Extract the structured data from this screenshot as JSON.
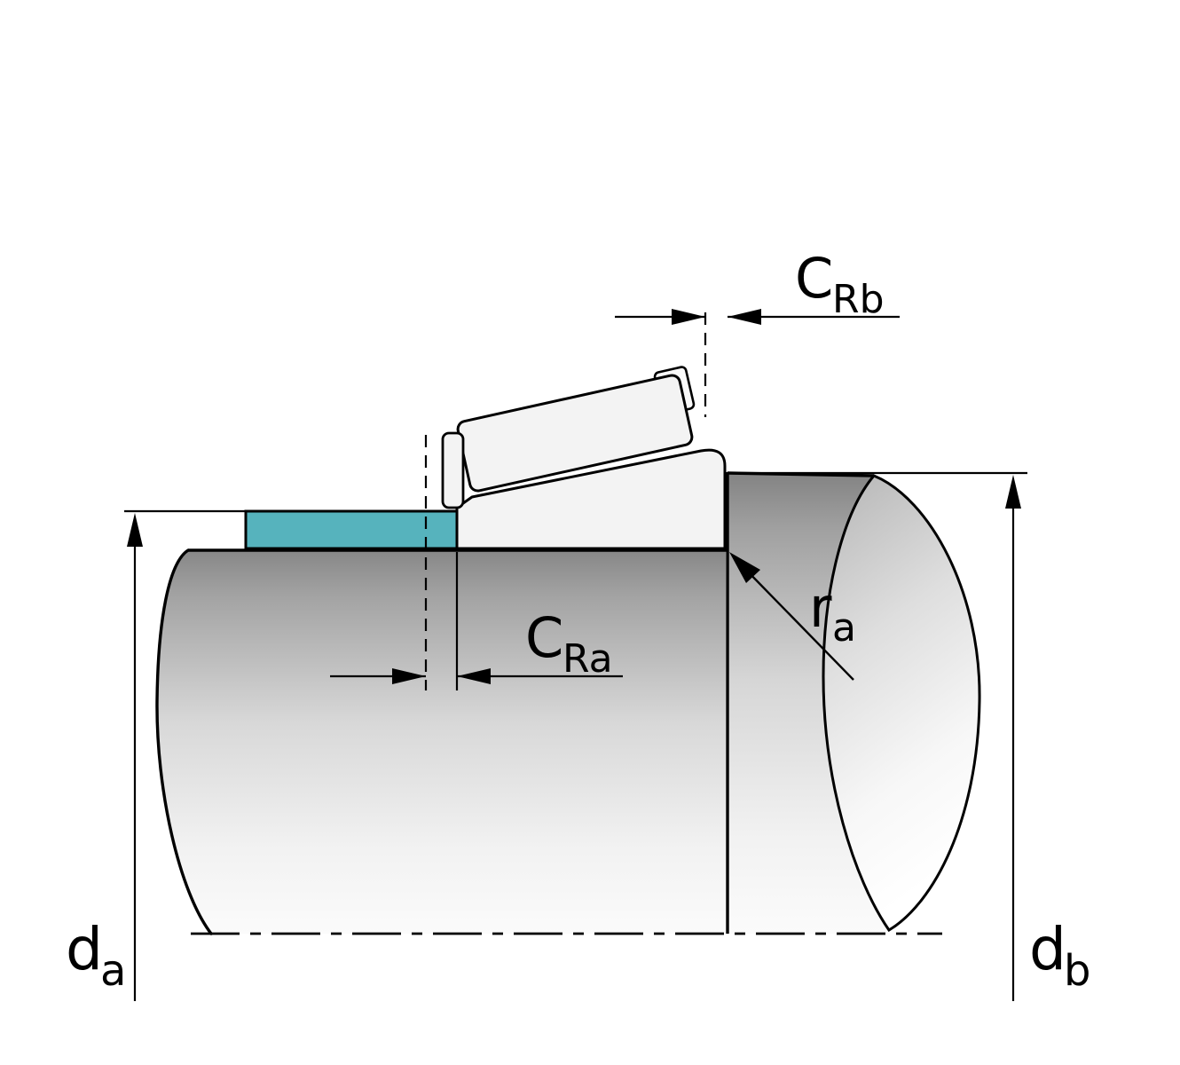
{
  "figure": {
    "labels": {
      "c_rb": {
        "main": "C",
        "sub": "Rb"
      },
      "c_ra": {
        "main": "C",
        "sub": "Ra"
      },
      "r_a": {
        "main": "r",
        "sub": "a"
      },
      "d_a": {
        "main": "d",
        "sub": "a"
      },
      "d_b": {
        "main": "d",
        "sub": "b"
      }
    },
    "colors": {
      "spacer": "#56b3bd",
      "outline": "#000000"
    }
  }
}
